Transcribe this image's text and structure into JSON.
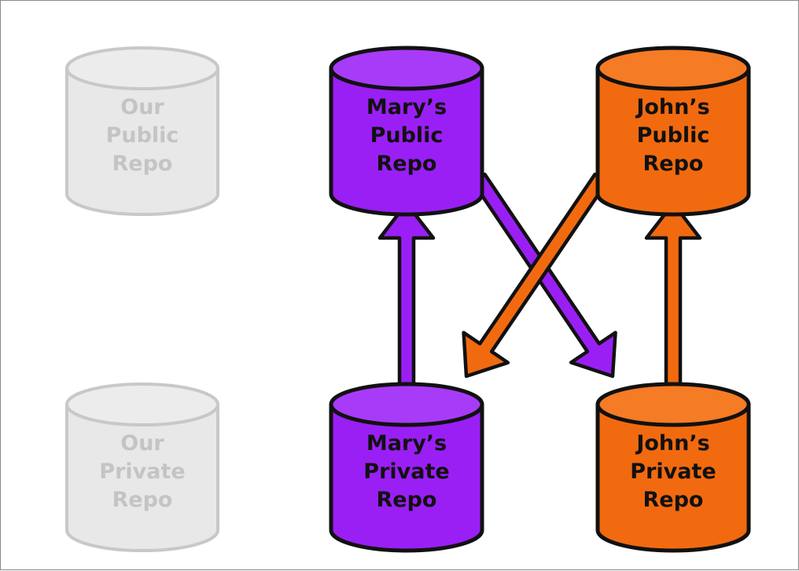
{
  "repos": [
    {
      "id": "our-public",
      "lines": [
        "Our",
        "Public",
        "Repo"
      ],
      "fill": "#e8e8e8",
      "top": "#ececec",
      "stroke": "#c8c8c8",
      "text": "#c4c4c4",
      "faded": true
    },
    {
      "id": "our-private",
      "lines": [
        "Our",
        "Private",
        "Repo"
      ],
      "fill": "#e8e8e8",
      "top": "#ececec",
      "stroke": "#c8c8c8",
      "text": "#c4c4c4",
      "faded": true
    },
    {
      "id": "mary-public",
      "lines": [
        "Mary’s",
        "Public",
        "Repo"
      ],
      "fill": "#9a1ff5",
      "top": "#a83bf8",
      "stroke": "#111111",
      "text": "#111111",
      "faded": false
    },
    {
      "id": "mary-private",
      "lines": [
        "Mary’s",
        "Private",
        "Repo"
      ],
      "fill": "#9a1ff5",
      "top": "#a83bf8",
      "stroke": "#111111",
      "text": "#111111",
      "faded": false
    },
    {
      "id": "john-public",
      "lines": [
        "John’s",
        "Public",
        "Repo"
      ],
      "fill": "#f26a0f",
      "top": "#f57b25",
      "stroke": "#111111",
      "text": "#111111",
      "faded": false
    },
    {
      "id": "john-private",
      "lines": [
        "John’s",
        "Private",
        "Repo"
      ],
      "fill": "#f26a0f",
      "top": "#f57b25",
      "stroke": "#111111",
      "text": "#111111",
      "faded": false
    }
  ],
  "arrows": [
    {
      "id": "mary-push",
      "from": "mary-private",
      "to": "mary-public",
      "color": "#9a1ff5"
    },
    {
      "id": "mary-to-john",
      "from": "mary-public",
      "to": "john-private",
      "color": "#9a1ff5"
    },
    {
      "id": "john-push",
      "from": "john-private",
      "to": "john-public",
      "color": "#f26a0f"
    },
    {
      "id": "john-to-mary",
      "from": "john-public",
      "to": "mary-private",
      "color": "#f26a0f"
    }
  ]
}
